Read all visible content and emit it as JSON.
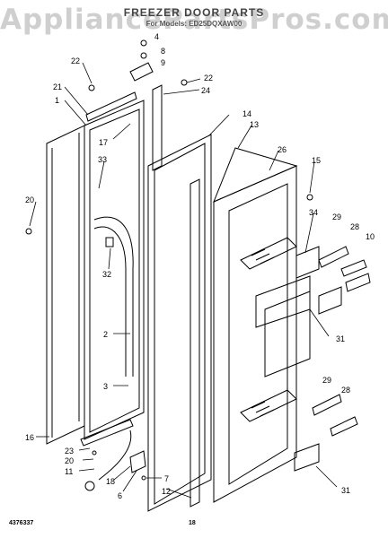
{
  "watermark": "AppliancePartsPros.com",
  "title": "FREEZER DOOR PARTS",
  "subtitle": "For Models: ED25DQXAW00",
  "footer": {
    "doc_number": "4376337",
    "page_number": "18"
  },
  "callouts": {
    "c22a": "22",
    "c4": "4",
    "c8": "8",
    "c9": "9",
    "c22b": "22",
    "c24": "24",
    "c21": "21",
    "c1": "1",
    "c17": "17",
    "c14": "14",
    "c13": "13",
    "c26": "26",
    "c15": "15",
    "c33": "33",
    "c20a": "20",
    "c34": "34",
    "c29a": "29",
    "c28a": "28",
    "c10": "10",
    "c32": "32",
    "c2": "2",
    "c31a": "31",
    "c3": "3",
    "c29b": "29",
    "c28b": "28",
    "c16": "16",
    "c23": "23",
    "c20b": "20",
    "c11": "11",
    "c7": "7",
    "c18": "18",
    "c6": "6",
    "c12": "12",
    "c31b": "31"
  }
}
